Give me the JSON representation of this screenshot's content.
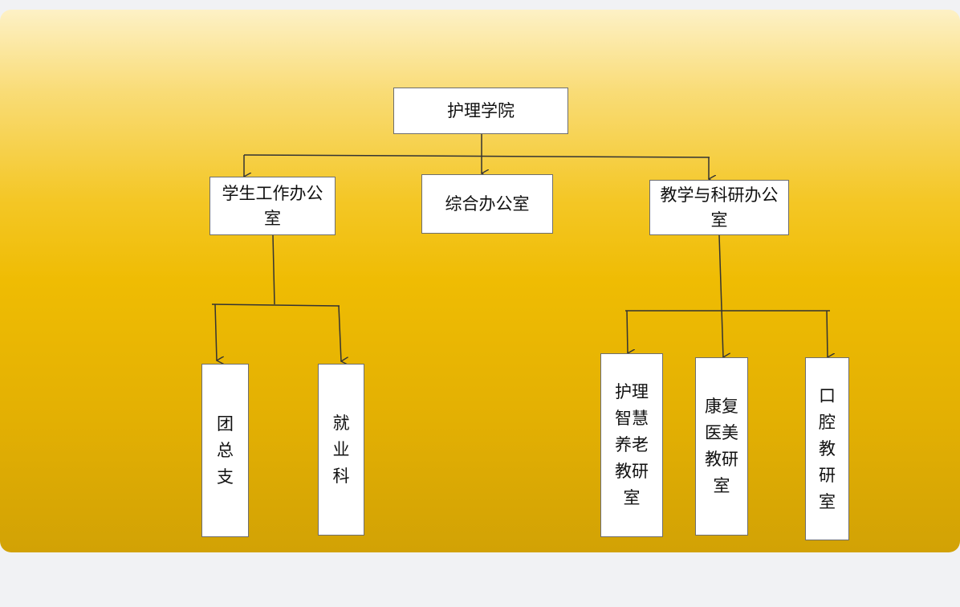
{
  "diagram": {
    "root": {
      "label": "护理学院"
    },
    "departments": [
      {
        "label": "学生工作办公室"
      },
      {
        "label": "综合办公室"
      },
      {
        "label": "教学与科研办公室"
      }
    ],
    "student_work_units": [
      {
        "label": "团\n总\n支"
      },
      {
        "label": "就\n业\n科"
      }
    ],
    "teaching_research_units": [
      {
        "label": "护理\n智慧\n养老\n教研\n室"
      },
      {
        "label": "康复\n医美\n教研\n室"
      },
      {
        "label": "口\n腔\n教\n研\n室"
      }
    ],
    "colors": {
      "background_top": "#fdf1c6",
      "background_bottom": "#d2a205",
      "box_fill": "#ffffff",
      "line": "#333333"
    }
  }
}
